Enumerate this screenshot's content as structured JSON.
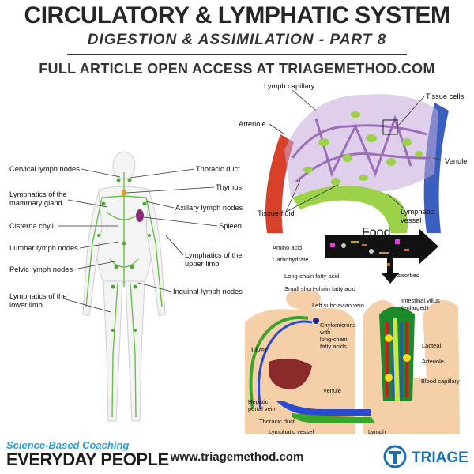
{
  "header": {
    "title": "CIRCULATORY & LYMPHATIC SYSTEM",
    "subtitle": "DIGESTION & ASSIMILATION - PART 8",
    "access": "FULL ARTICLE OPEN ACCESS AT TRIAGEMETHOD.COM"
  },
  "body_labels": {
    "cervical": "Cervical lymph nodes",
    "mammary": "Lymphatics of the\nmammary gland",
    "cisterna": "Cisterna chyli",
    "lumbar": "Lumbar lymph nodes",
    "pelvic": "Pelvic lymph nodes",
    "lower_limb": "Lymphatics of the\nlower limb",
    "thoracic": "Thoracic duct",
    "thymus": "Thymus",
    "axillary": "Axillary lymph nodes",
    "spleen": "Spleen",
    "upper_limb": "Lymphatics of the\nupper limb",
    "inguinal": "Inguinal lymph nodes"
  },
  "capillary_labels": {
    "lymph_capillary": "Lymph capillary",
    "tissue_cells": "Tissue cells",
    "arteriole": "Arteriole",
    "venule": "Venule",
    "tissue_fluid": "Tissue fluid",
    "lymphatic_vessel": "Lymphatic\nvessel"
  },
  "absorption_labels": {
    "food": "Food",
    "amino": "Amino acid",
    "carb": "Carbohydrate",
    "long_chain": "Long-chain fatty acid",
    "short_chain": "Small short-chain fatty acid",
    "absorbed": "Absorbed",
    "subclavian": "Left subclavian vein",
    "villus": "Intestinal villus\n(enlarged)",
    "chylo": "Chylomicrons\nwith\nlong-chain\nfatty acids",
    "liver": "Liver",
    "lacteal": "Lacteal",
    "arteriole2": "Arteriole",
    "venule2": "Venule",
    "capillary": "Blood capillary",
    "hepatic": "Hepatic\nportal vein",
    "thoracic2": "Thoracic duct",
    "lymph_vessel2": "Lymphatic vessel",
    "lymph": "Lymph"
  },
  "colors": {
    "amino": "#e040e0",
    "carb": "#888888",
    "long_chain": "#c8a000",
    "short_chain": "#d07000",
    "artery": "#d8402a",
    "vein": "#3a5fbf",
    "lymph": "#8ccf3a"
  },
  "footer": {
    "url": "www.triagemethod.com",
    "brand_tag": "Science-Based Coaching",
    "brand_main": "EVERYDAY PEOPLE",
    "triage": "TRIAGE"
  }
}
